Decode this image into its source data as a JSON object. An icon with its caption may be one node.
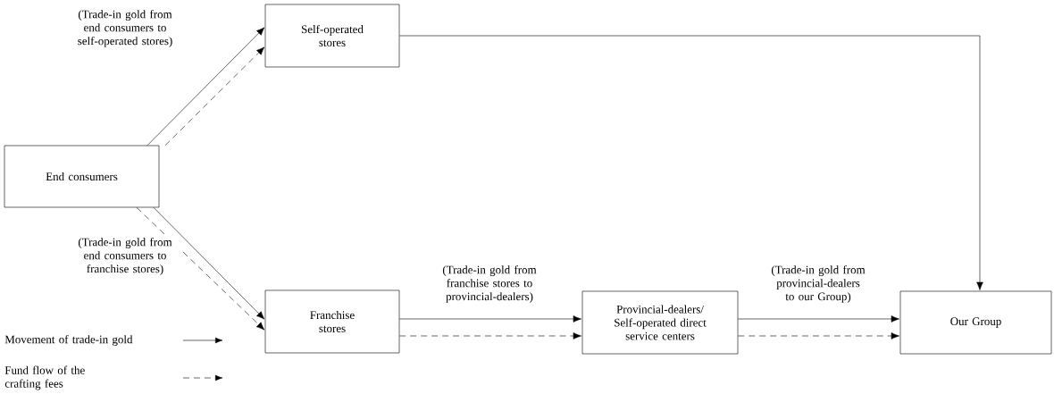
{
  "diagram": {
    "nodes": [
      {
        "text": [
          "End consumers"
        ]
      },
      {
        "text": [
          "Self-operated stores"
        ]
      },
      {
        "text": [
          "Franchise stores"
        ]
      },
      {
        "text": [
          "Provincial-dealers/ Self-operated direct service centers"
        ]
      },
      {
        "text": [
          "Our Group"
        ]
      }
    ],
    "edges": [
      {
        "from": 0,
        "to": 1,
        "arrow": "to",
        "label": "(Trade-in gold from end consumers to self-operated stores)"
      },
      {
        "from": 0,
        "to": 1,
        "arrow": "to",
        "style": "dashed"
      },
      {
        "from": 0,
        "to": 2,
        "arrow": "to",
        "label": "(Trade-in gold from end consumers to franchise stores)"
      },
      {
        "from": 0,
        "to": 2,
        "arrow": "to",
        "style": "dashed"
      },
      {
        "from": 2,
        "to": 3,
        "arrow": "to",
        "label": "(Trade-in gold from franchise stores to provincial-dealers)"
      },
      {
        "from": 2,
        "to": 3,
        "arrow": "to",
        "style": "dashed"
      },
      {
        "from": 3,
        "to": 4,
        "arrow": "to",
        "label": "(Trade-in gold from provincial-dealers to our Group)"
      },
      {
        "from": 3,
        "to": 4,
        "arrow": "to",
        "style": "dashed"
      },
      {
        "from": 1,
        "to": 4,
        "arrow": "to"
      }
    ],
    "legend": [
      {
        "text": "Movement of trade-in gold"
      },
      {
        "text": "Fund flow of the crafting fees"
      }
    ]
  }
}
